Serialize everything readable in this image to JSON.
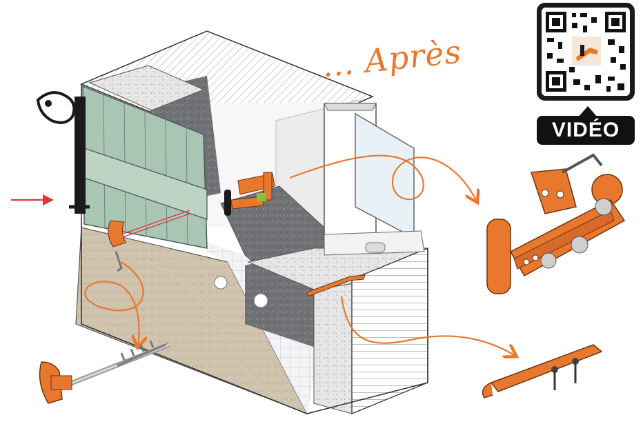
{
  "caption": "… Après",
  "video_label": "VIDÉO",
  "colors": {
    "accent": "#e8782e",
    "pointer": "#e0353a",
    "shutter": "#a9c6b4",
    "concrete": "#7d7f82",
    "insulation_grid": "#eeeef0",
    "dark": "#1a1a1a"
  },
  "icons": [
    "qr-code-icon",
    "pointer-arrow-icon"
  ],
  "parts": [
    "shutter",
    "wall-cross-section",
    "window-frame",
    "hinge-assembly",
    "anchor-bolt",
    "sill-hook"
  ]
}
